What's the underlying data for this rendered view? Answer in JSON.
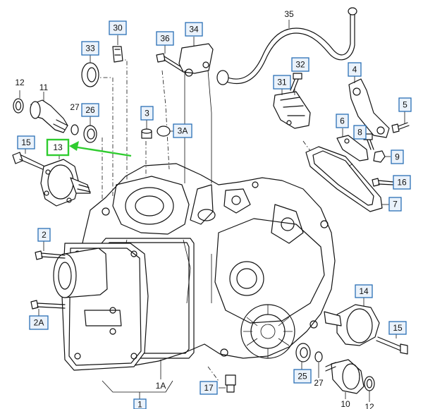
{
  "callouts": {
    "c30": "30",
    "c33": "33",
    "c36": "36",
    "c34": "34",
    "c32": "32",
    "c31": "31",
    "c4": "4",
    "c5": "5",
    "c26": "26",
    "c3": "3",
    "c3A": "3A",
    "c6": "6",
    "c8": "8",
    "c9": "9",
    "c15a": "15",
    "c13": "13",
    "c16": "16",
    "c7": "7",
    "c2": "2",
    "c14": "14",
    "c15b": "15",
    "c2A": "2A",
    "c17": "17",
    "c25": "25",
    "c1": "1"
  },
  "labels": {
    "l35": "35",
    "l12a": "12",
    "l11": "11",
    "l27a": "27",
    "l27b": "27",
    "l1A": "1A",
    "l10": "10",
    "l12b": "12"
  },
  "colors": {
    "callout_border": "#2a6fb5",
    "callout_fill": "#eaf2fb",
    "highlight": "#2fcc2f",
    "ink": "#111111"
  }
}
